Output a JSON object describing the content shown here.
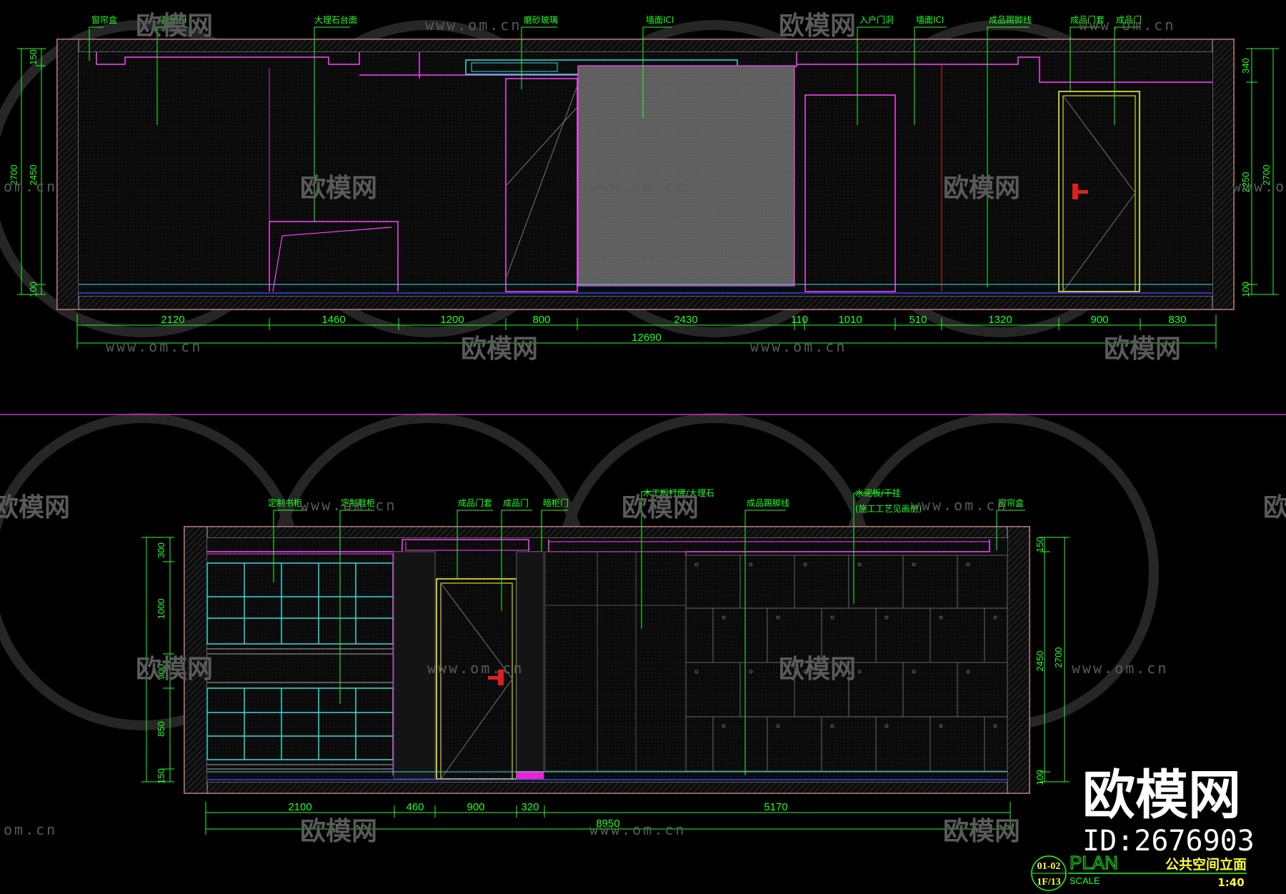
{
  "watermarks": {
    "url": "www.om.cn",
    "url_partial": "om.cn",
    "brand": "欧模网",
    "brand_partial": "欧模网"
  },
  "branding": {
    "logo_text": "欧模网",
    "id_text": "ID:2676903"
  },
  "elevation_top": {
    "labels": [
      "窗帘盒",
      "墙面ICI",
      "大理石台面",
      "磨砂玻璃",
      "墙面ICI",
      "入户门洞",
      "墙面ICI",
      "成品踢脚线",
      "成品门套",
      "成品门"
    ],
    "horizontal_dims": [
      "2120",
      "1460",
      "1200",
      "800",
      "2430",
      "110",
      "1010",
      "510",
      "1320",
      "900",
      "830"
    ],
    "total_dim": "12690",
    "left_dims": [
      "150",
      "2450",
      "100"
    ],
    "left_total": "2700",
    "right_dims": [
      "340",
      "2250",
      "100"
    ],
    "right_total": "2700"
  },
  "elevation_bottom": {
    "labels": [
      "定制书柜",
      "定制鞋柜",
      "成品门套",
      "成品门",
      "暗柜门",
      "木工板打底/大理石",
      "成品踢脚线",
      "水泥板/干挂",
      "(施工工艺见画册)",
      "窗帘盒"
    ],
    "horizontal_dims": [
      "2100",
      "460",
      "900",
      "320",
      "5170"
    ],
    "total_dim": "8950",
    "left_dims": [
      "300",
      "1000",
      "900",
      "850",
      "150"
    ],
    "right_dims": [
      "150",
      "2450",
      "100"
    ],
    "right_total": "2700"
  },
  "title_block": {
    "code_top": "01-02",
    "code_bottom": "1F/13",
    "plan_word": "PLAN",
    "scale_word": "SCALE",
    "title": "公共空间立面",
    "ratio": "1:40"
  }
}
